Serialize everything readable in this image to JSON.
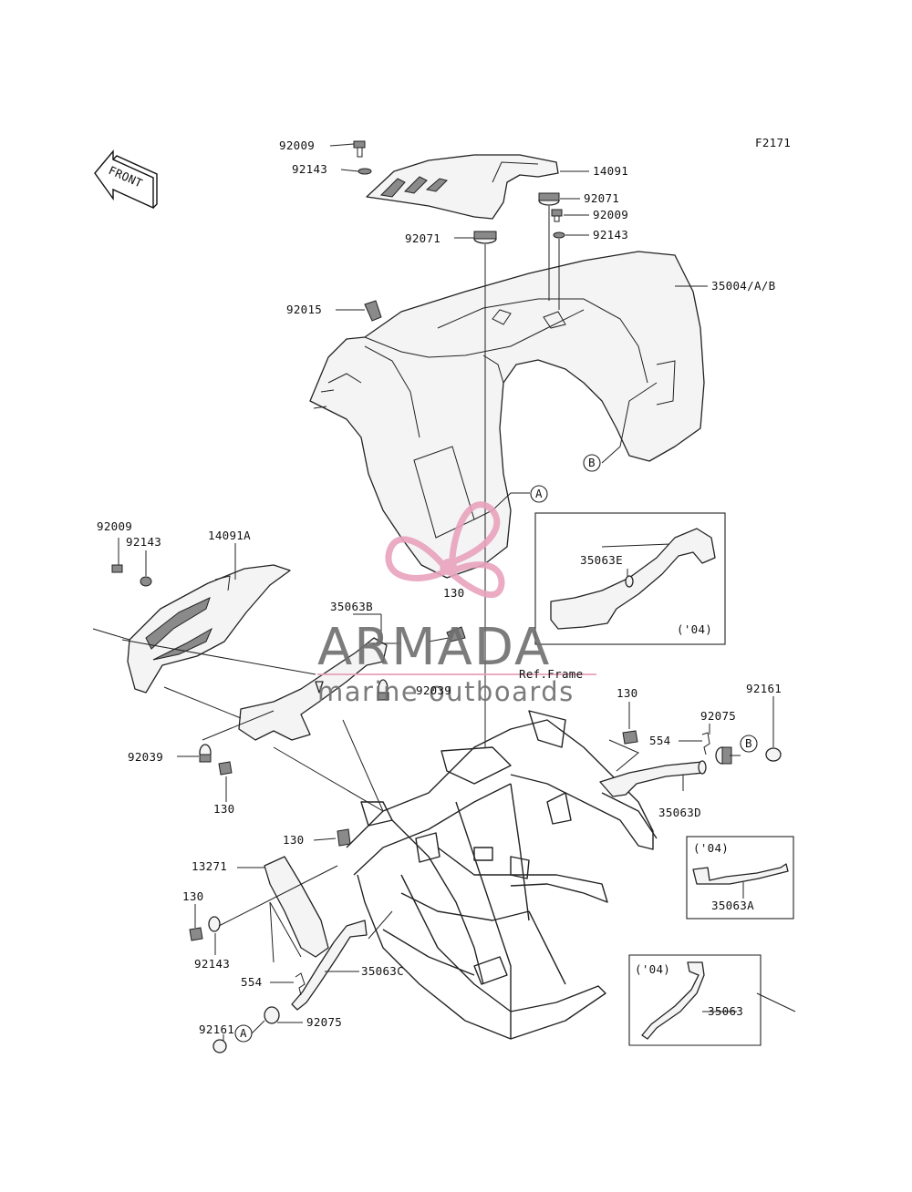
{
  "figure_code": "F2171",
  "front_label": "FRONT",
  "ref_frame": "Ref.Frame",
  "year_tag": "('04)",
  "ref_marks": {
    "a": "A",
    "b": "B"
  },
  "watermark": {
    "name": "ARMADA",
    "tagline": "marine outboards",
    "accent_color": "#e8a2bd",
    "text_color": "#6e6e6e"
  },
  "parts": {
    "p92009_top": "92009",
    "p92143_top": "92143",
    "p14091": "14091",
    "p92071_r": "92071",
    "p92009_r": "92009",
    "p92143_r": "92143",
    "p92071_l": "92071",
    "p35004": "35004/A/B",
    "p92015": "92015",
    "p92009_l": "92009",
    "p92143_l": "92143",
    "p14091A": "14091A",
    "p130_mid": "130",
    "p35063E": "35063E",
    "p35063B": "35063B",
    "p92039_mid": "92039",
    "p130_r": "130",
    "p92161_r": "92161",
    "p92075_r": "92075",
    "p554_r": "554",
    "p92039_l": "92039",
    "p130_l": "130",
    "p35063D": "35063D",
    "p130_fr": "130",
    "p13271": "13271",
    "p35063A": "35063A",
    "p130_ll": "130",
    "p92143_ll": "92143",
    "p554_l": "554",
    "p35063C": "35063C",
    "p92161_l": "92161",
    "p92075_l": "92075",
    "p35063": "35063"
  }
}
